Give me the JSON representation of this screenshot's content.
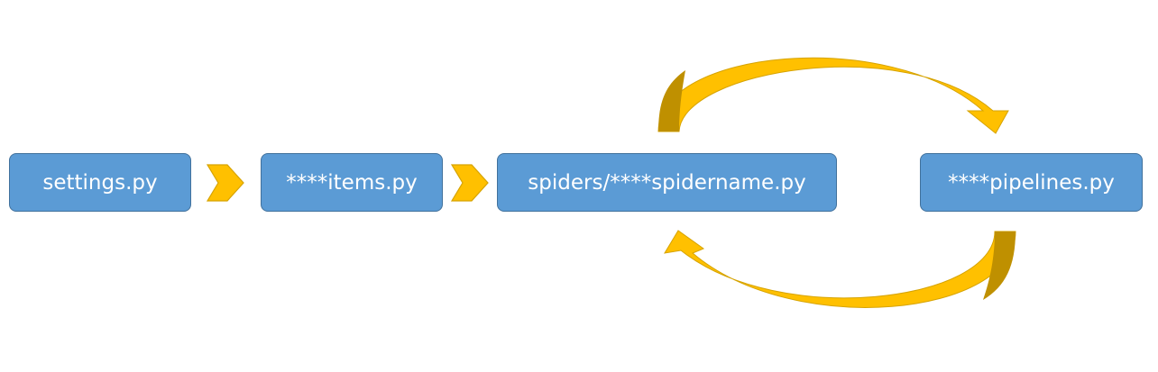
{
  "nodes": [
    {
      "id": "settings",
      "label": "settings.py"
    },
    {
      "id": "items",
      "label": "****items.py"
    },
    {
      "id": "spider",
      "label": "spiders/****spidername.py"
    },
    {
      "id": "pipelines",
      "label": "****pipelines.py"
    }
  ],
  "edges": [
    {
      "from": "settings",
      "to": "items",
      "style": "chevron-arrow"
    },
    {
      "from": "items",
      "to": "spider",
      "style": "chevron-arrow"
    },
    {
      "from": "spider",
      "to": "pipelines",
      "style": "curved-arrow"
    },
    {
      "from": "pipelines",
      "to": "spider",
      "style": "curved-arrow"
    }
  ],
  "colors": {
    "box_fill": "#5b9bd5",
    "box_border": "#41719c",
    "box_text": "#ffffff",
    "arrow_fill": "#ffc000",
    "arrow_dark": "#bf9000",
    "arrow_outline": "#d6a300"
  }
}
